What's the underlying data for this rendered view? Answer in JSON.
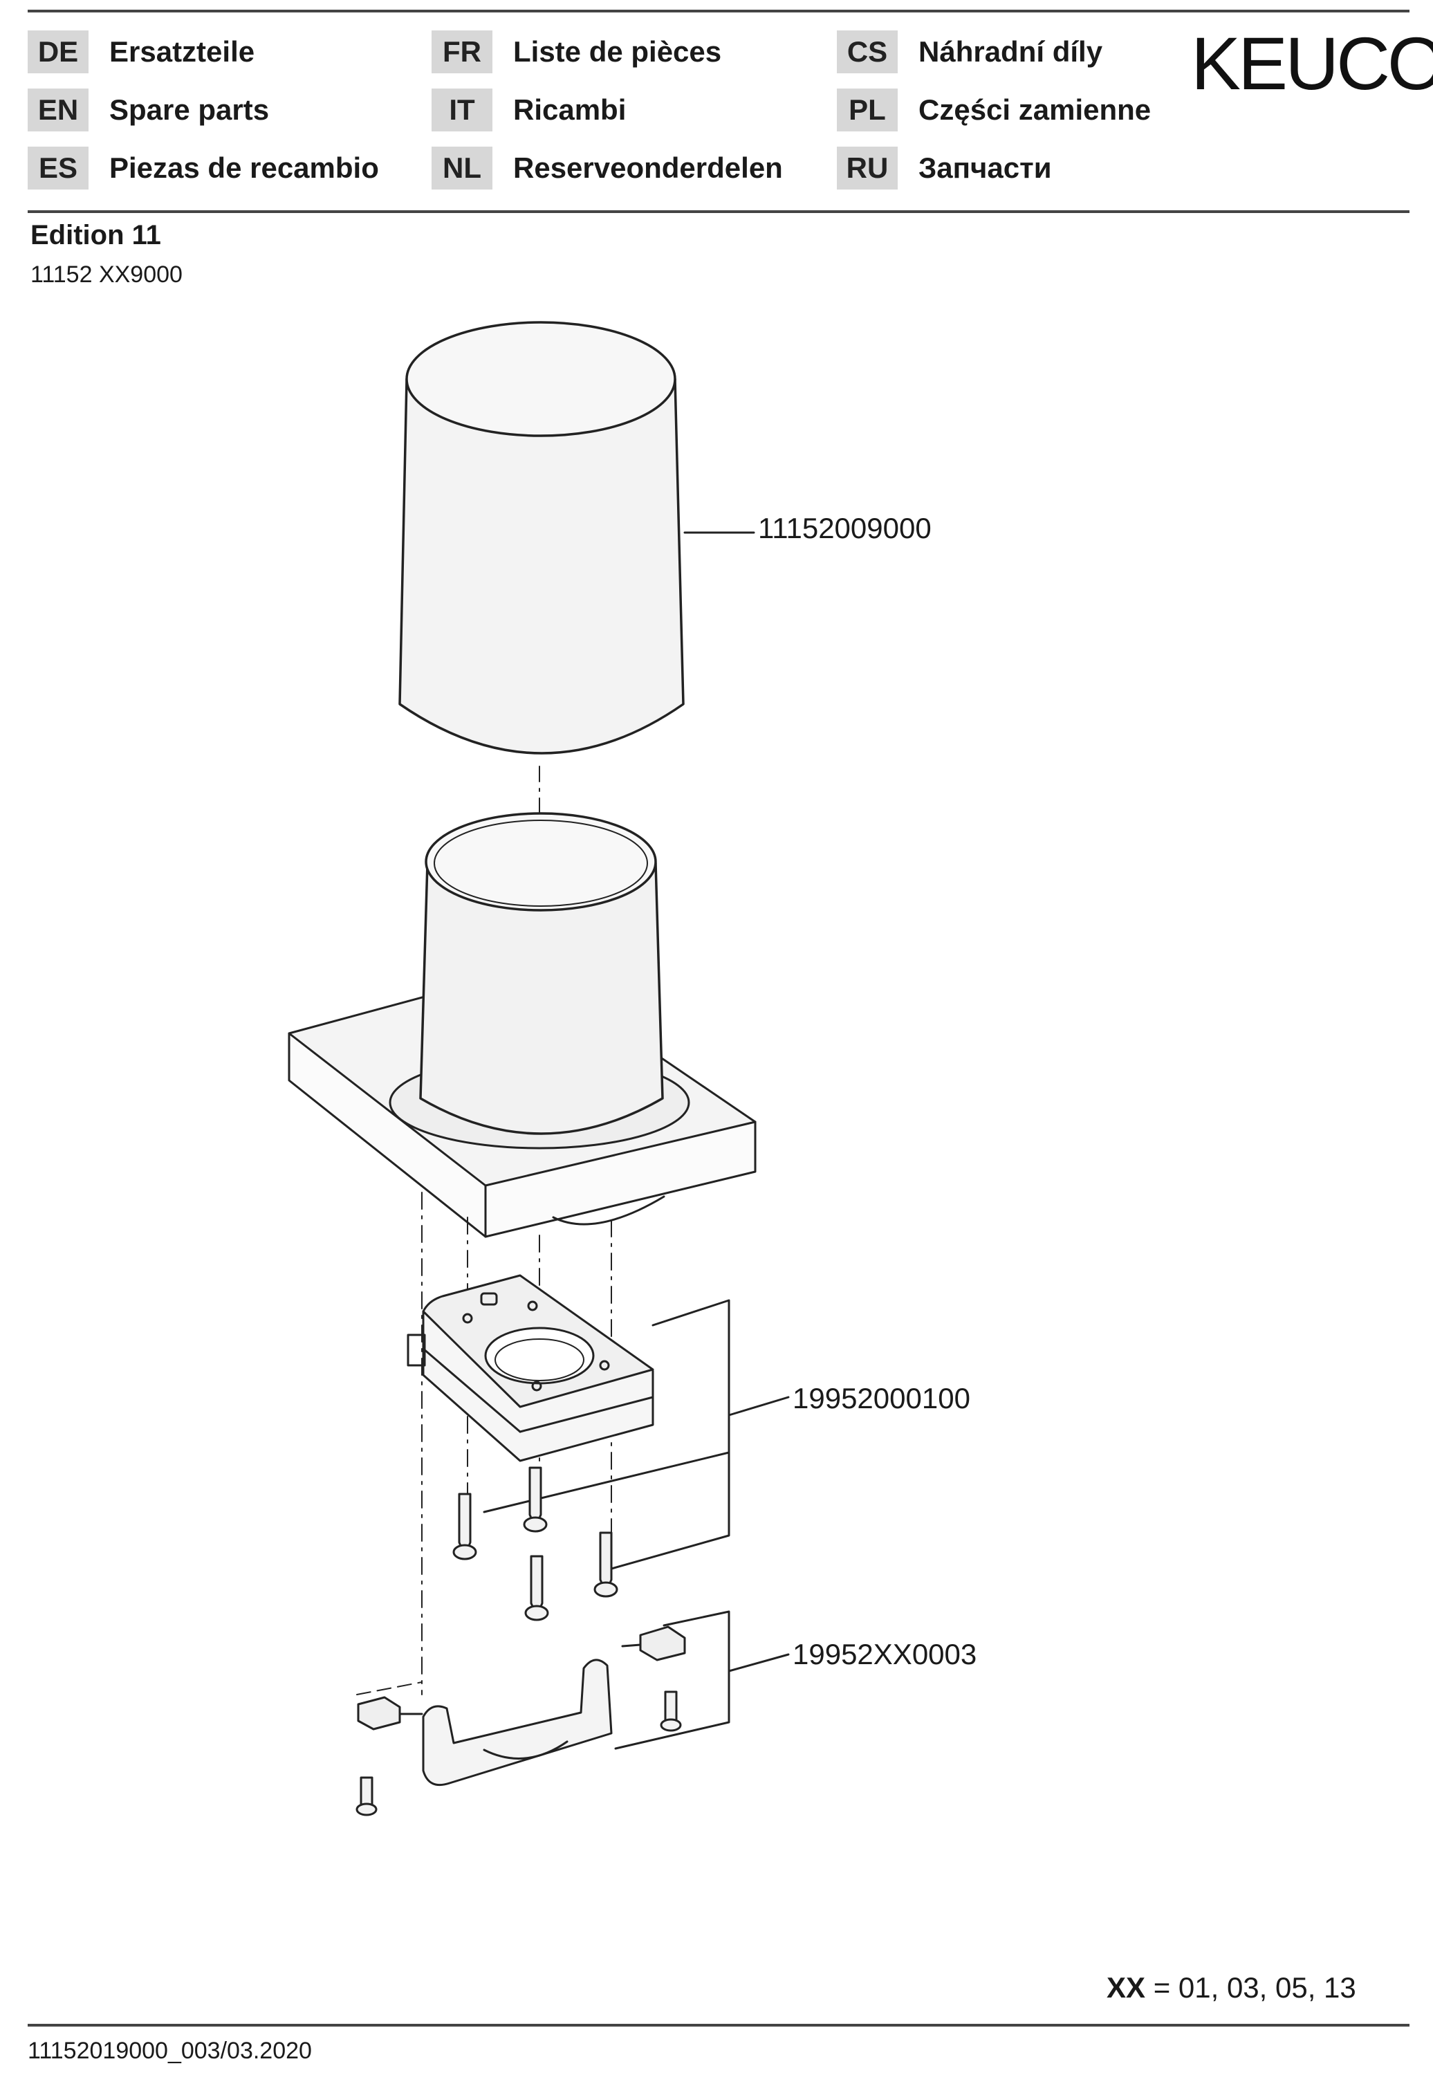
{
  "languages": [
    {
      "code": "DE",
      "name": "Ersatzteile"
    },
    {
      "code": "EN",
      "name": "Spare parts"
    },
    {
      "code": "ES",
      "name": "Piezas de recambio"
    },
    {
      "code": "FR",
      "name": "Liste de pièces"
    },
    {
      "code": "IT",
      "name": "Ricambi"
    },
    {
      "code": "NL",
      "name": "Reserveonderdelen"
    },
    {
      "code": "CS",
      "name": "Náhradní díly"
    },
    {
      "code": "PL",
      "name": "Części zamienne"
    },
    {
      "code": "RU",
      "name": "Запчасти"
    }
  ],
  "brand": "KEUCO",
  "product": {
    "title": "Edition 11",
    "code": "11152 XX9000"
  },
  "parts": [
    {
      "number": "11152009000"
    },
    {
      "number": "19952000100"
    },
    {
      "number": "19952XX0003"
    }
  ],
  "variants": {
    "key": "XX",
    "text": " = 01, 03, 05, 13"
  },
  "footer": {
    "doc_ref": "11152019000_003/03.2020"
  }
}
